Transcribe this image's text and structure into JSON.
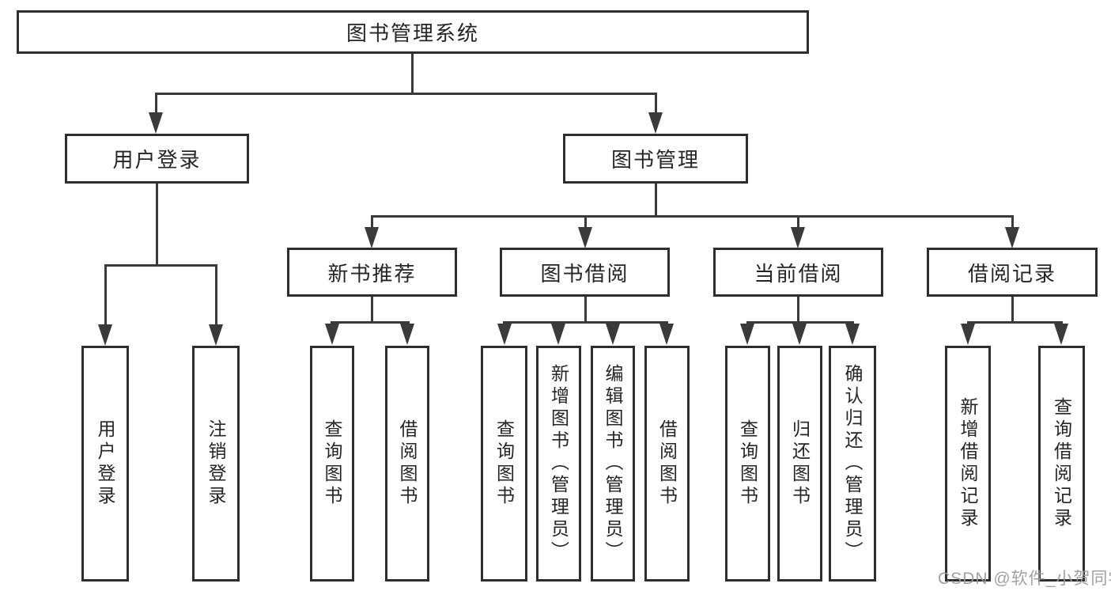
{
  "diagram": {
    "root": {
      "label": "图书管理系统"
    },
    "level2": [
      {
        "label": "用户登录"
      },
      {
        "label": "图书管理"
      }
    ],
    "level3": [
      {
        "label": "新书推荐"
      },
      {
        "label": "图书借阅"
      },
      {
        "label": "当前借阅"
      },
      {
        "label": "借阅记录"
      }
    ],
    "leaves": {
      "user_login": [
        "用户登录",
        "注销登录"
      ],
      "new_book": [
        "查询图书",
        "借阅图书"
      ],
      "book_borrow": [
        "查询图书",
        "新增图书（管理员）",
        "编辑图书（管理员）",
        "借阅图书"
      ],
      "current_borrow": [
        "查询图书",
        "归还图书",
        "确认归还（管理员）"
      ],
      "borrow_record": [
        "新增借阅记录",
        "查询借阅记录"
      ]
    }
  },
  "watermark": {
    "text": "CSDN @软件_小贺同学"
  },
  "colors": {
    "background": "#ffffff",
    "box_border": "#2e2e2e",
    "connector": "#3a3a3a",
    "text": "#252525",
    "watermark": "#9a9a9a"
  }
}
